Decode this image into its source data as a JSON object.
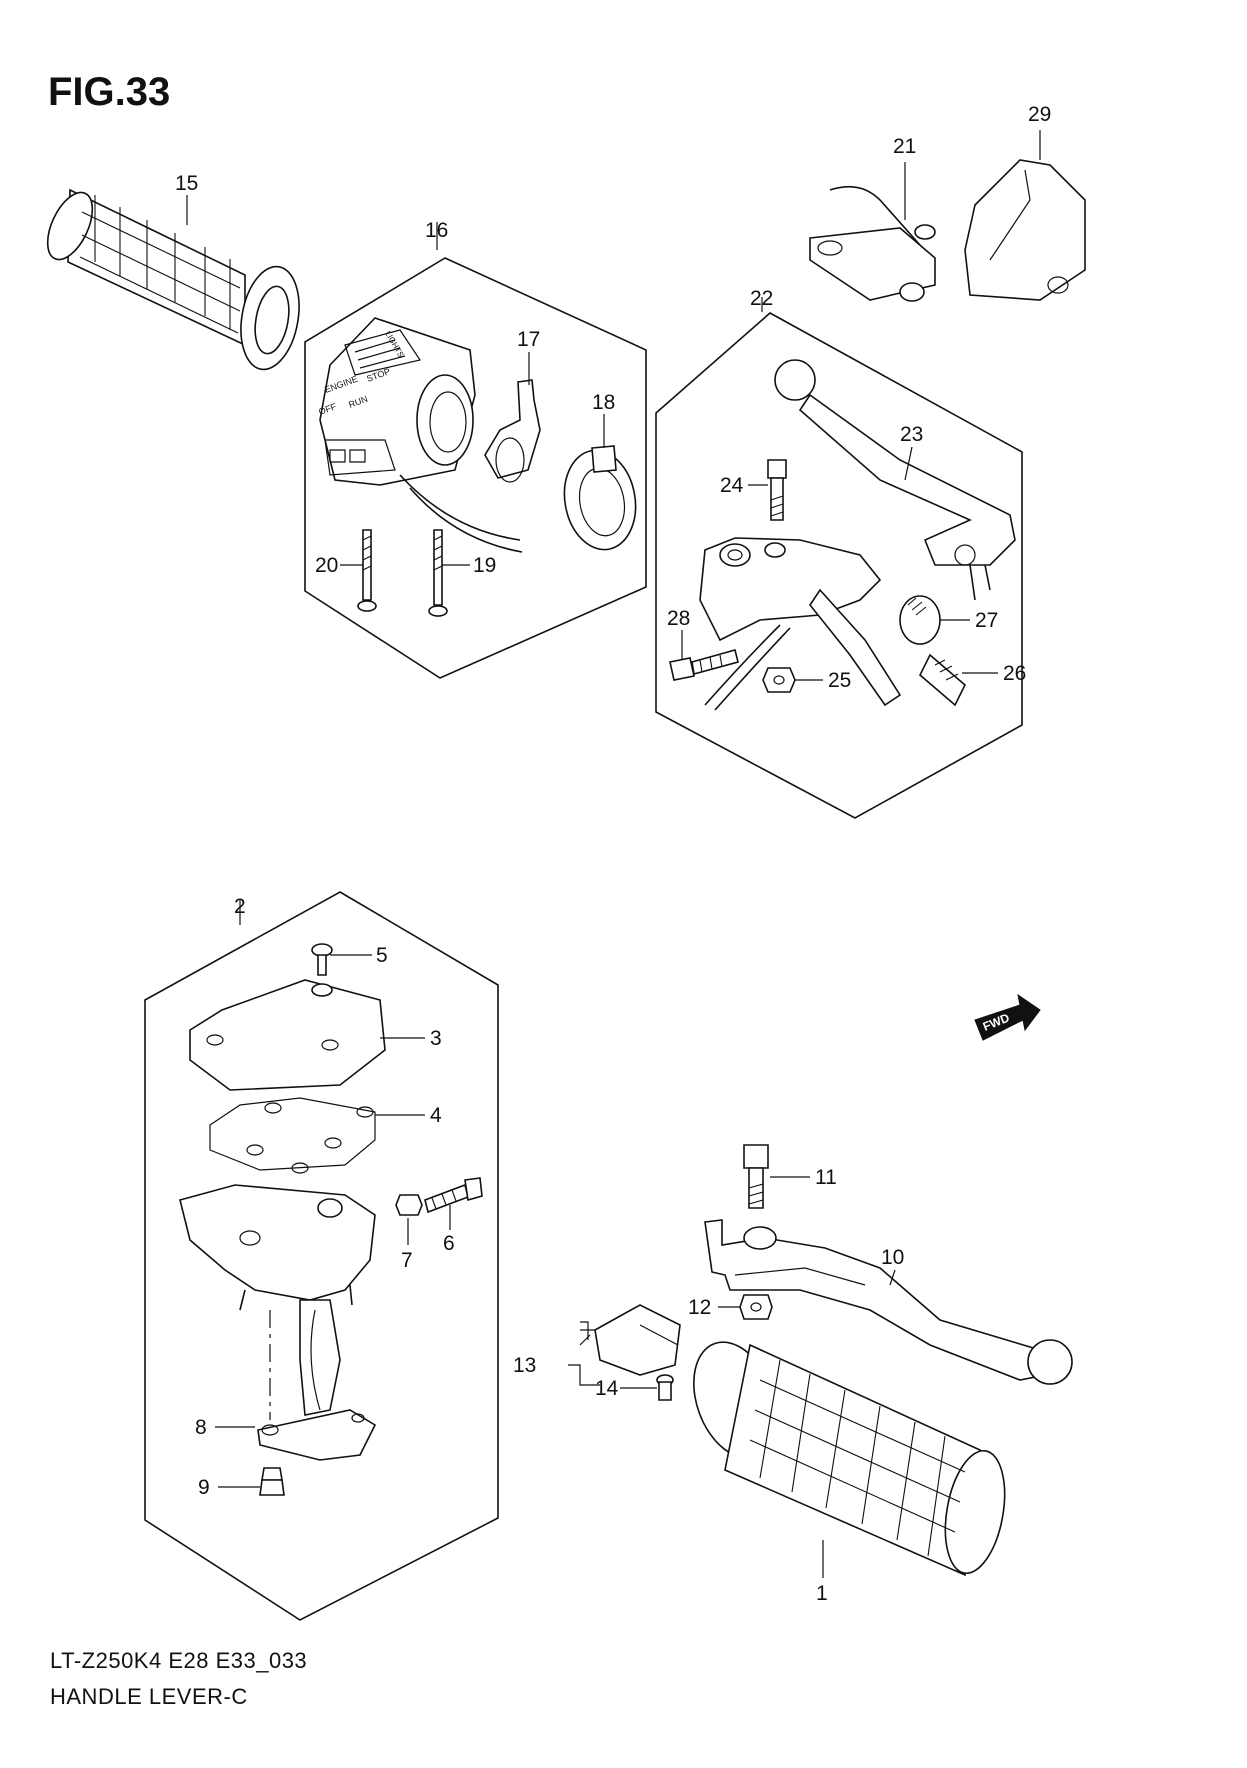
{
  "figure": {
    "title": "FIG.33",
    "model_code": "LT-Z250K4 E28 E33_033",
    "caption": "HANDLE LEVER-C",
    "direction_marker": "FWD"
  },
  "callouts": {
    "p1": "1",
    "p2": "2",
    "p3": "3",
    "p4": "4",
    "p5": "5",
    "p6": "6",
    "p7": "7",
    "p8": "8",
    "p9": "9",
    "p10": "10",
    "p11": "11",
    "p12": "12",
    "p13": "13",
    "p14": "14",
    "p15": "15",
    "p16": "16",
    "p17": "17",
    "p18": "18",
    "p19": "19",
    "p20": "20",
    "p21": "21",
    "p22": "22",
    "p23": "23",
    "p24": "24",
    "p25": "25",
    "p26": "26",
    "p27": "27",
    "p28": "28",
    "p29": "29"
  },
  "switch_markings": {
    "engine": "ENGINE",
    "stop": "STOP",
    "off": "OFF",
    "run": "RUN",
    "lights": "LIGHTS"
  }
}
